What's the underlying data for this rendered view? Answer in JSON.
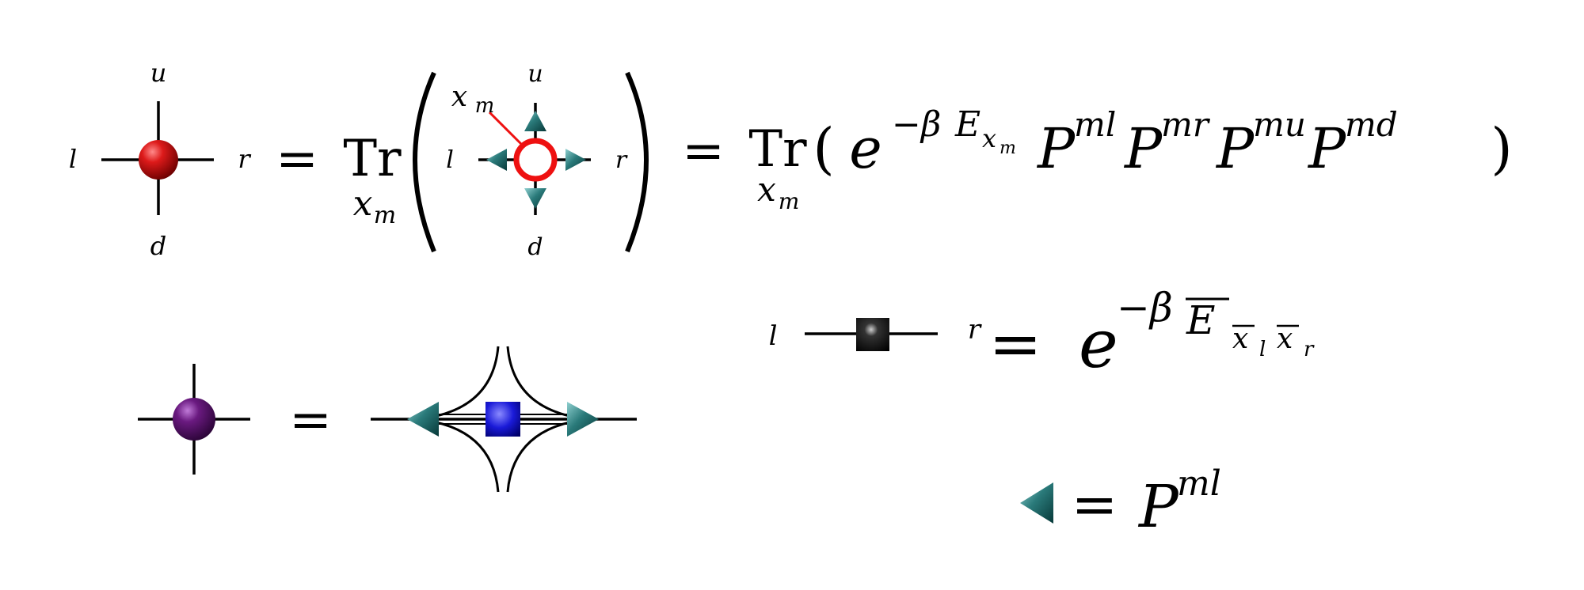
{
  "colors": {
    "red_node": "#cc1111",
    "purple_node": "#6a1a80",
    "teal_arrow": "#1f6e6e",
    "blue_square": "#1a1acc",
    "black_square": "#111111",
    "ring_red": "#ee1111",
    "line": "#000000"
  },
  "labels": {
    "u": "u",
    "d": "d",
    "l": "l",
    "r": "r",
    "eq": "=",
    "tr": "Tr",
    "x": "x",
    "m": "m",
    "e": "e",
    "minus_beta": "−β",
    "E": "E",
    "P": "P",
    "ml": "ml",
    "mr": "mr",
    "mu": "mu",
    "md": "md",
    "lparen": "(",
    "rparen": ")"
  },
  "icons": {
    "red_node": "red-sphere-icon",
    "purple_node": "purple-sphere-icon",
    "arrow": "teal-triangle-icon",
    "blue_square": "blue-square-icon",
    "black_square": "black-square-icon",
    "ring": "red-ring-icon"
  }
}
